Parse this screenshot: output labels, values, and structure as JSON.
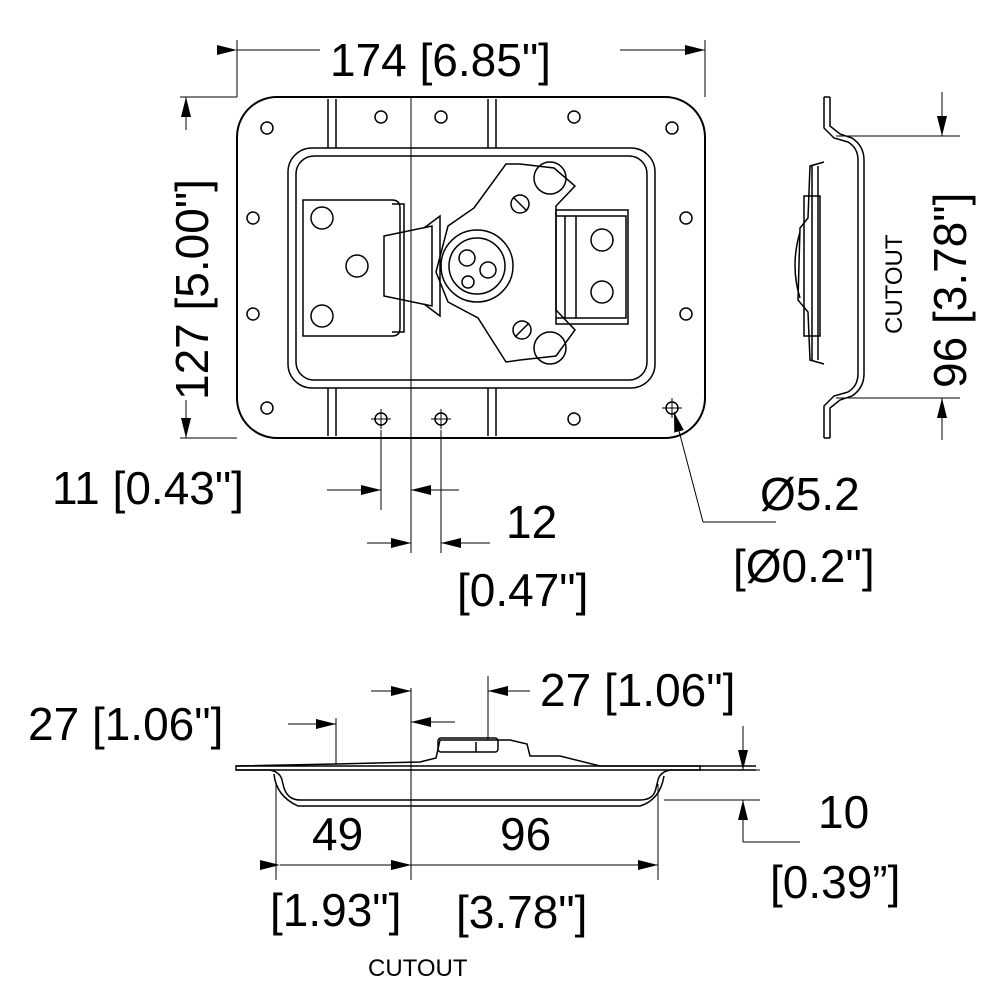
{
  "dims": {
    "width_mm": "174",
    "width_in": "[6.85\"]",
    "height_mm": "127",
    "height_in": "[5.00\"]",
    "side_mm": "96",
    "side_in": "[3.78\"]",
    "side_caption": "CUTOUT",
    "hole_left_mm": "11",
    "hole_left_in": "[0.43\"]",
    "hole_right_mm": "12",
    "hole_right_in": "[0.47\"]",
    "hole_dia_mm": "Ø5.2",
    "hole_dia_in": "[Ø0.2\"]",
    "top_left_mm": "27",
    "top_left_in": "[1.06\"]",
    "top_right_label": "27 [1.06\"]",
    "top_left_label": "27 [1.06\"]",
    "depth_mm": "10",
    "depth_in": "[0.39”]",
    "left_cut_mm": "49",
    "left_cut_in": "[1.93\"]",
    "right_cut_mm": "96",
    "right_cut_in": "[3.78\"]",
    "bottom_caption": "CUTOUT"
  }
}
